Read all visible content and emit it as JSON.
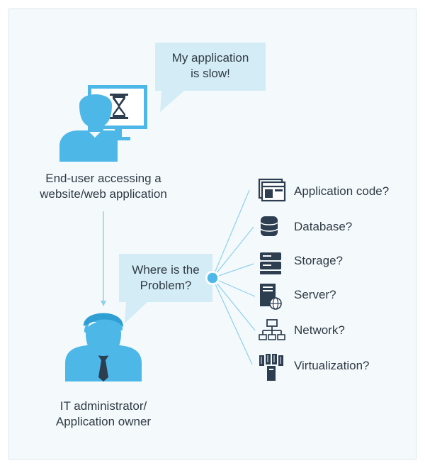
{
  "end_user": {
    "speech": [
      "My application",
      "is slow!"
    ],
    "caption": [
      "End-user accessing a",
      "website/web application"
    ]
  },
  "admin": {
    "speech": [
      "Where is the",
      "Problem?"
    ],
    "caption": [
      "IT administrator/",
      "Application owner"
    ]
  },
  "problem_areas": [
    {
      "label": "Application code?",
      "icon": "application-window-icon"
    },
    {
      "label": "Database?",
      "icon": "database-icon"
    },
    {
      "label": "Storage?",
      "icon": "storage-icon"
    },
    {
      "label": "Server?",
      "icon": "server-icon"
    },
    {
      "label": "Network?",
      "icon": "network-icon"
    },
    {
      "label": "Virtualization?",
      "icon": "virtualization-icon"
    }
  ],
  "colors": {
    "accent": "#4db8e8",
    "bubble": "#d4ecf6",
    "icon_dark": "#2c3e50",
    "panel_bg": "#f4f9fc",
    "line": "#8fd0ee"
  }
}
